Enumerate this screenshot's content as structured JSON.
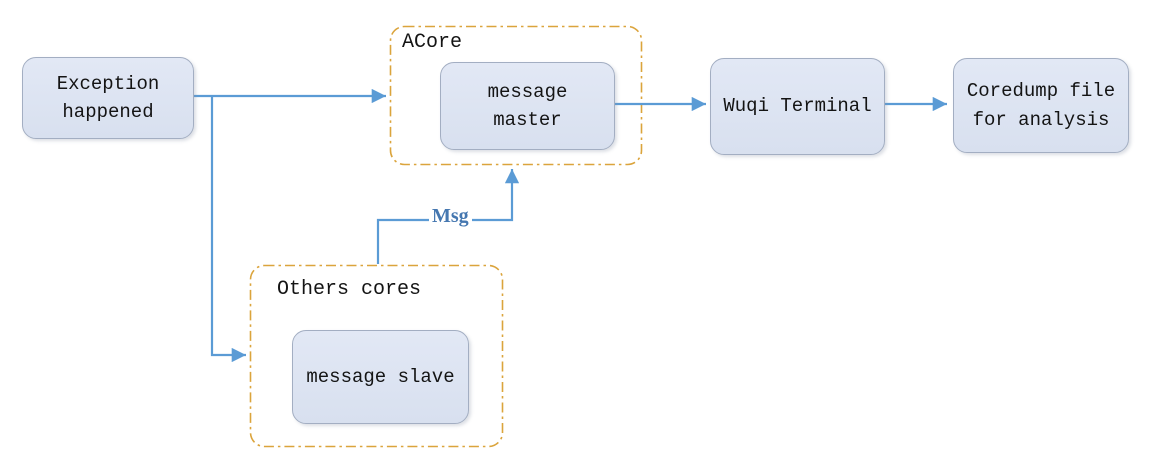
{
  "nodes": {
    "exception": {
      "label": "Exception\nhappened"
    },
    "message_master": {
      "label": "message\nmaster"
    },
    "wuqi_terminal": {
      "label": "Wuqi Terminal"
    },
    "coredump": {
      "label": "Coredump file\nfor analysis"
    },
    "message_slave": {
      "label": "message slave"
    }
  },
  "containers": {
    "acore": {
      "label": "ACore"
    },
    "others_cores": {
      "label": "Others cores"
    }
  },
  "edges": {
    "msg_label": "Msg"
  },
  "colors": {
    "arrow": "#5b9bd5",
    "container_border": "#dba43c",
    "node_fill": "#dce3f1",
    "node_border": "#a3aec2",
    "msg_text": "#4577b0",
    "label_text": "#141414"
  }
}
